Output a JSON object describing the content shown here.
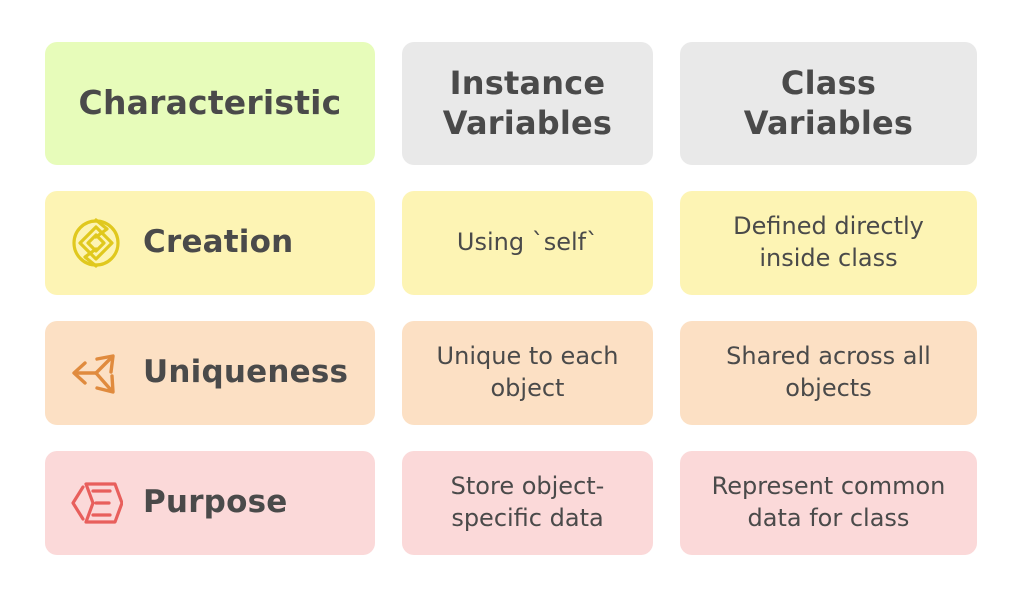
{
  "table": {
    "columns": [
      {
        "key": "characteristic",
        "label": "Characteristic"
      },
      {
        "key": "instance",
        "label": "Instance\nVariables"
      },
      {
        "key": "class",
        "label": "Class\nVariables"
      }
    ],
    "header": {
      "characteristic": "Characteristic",
      "instance_line1": "Instance",
      "instance_line2": "Variables",
      "class_line1": "Class",
      "class_line2": "Variables"
    },
    "rows": [
      {
        "id": "creation",
        "label": "Creation",
        "icon": "refresh-diamond-icon",
        "instance": "Using `self`",
        "class_line1": "Defined directly",
        "class_line2": "inside class",
        "instance_line1": "Using `self`",
        "instance_line2": "",
        "tint": "#fdf4b4",
        "icon_color": "#e0c81e"
      },
      {
        "id": "uniqueness",
        "label": "Uniqueness",
        "icon": "three-way-arrow-icon",
        "instance": "Unique to each object",
        "class": "Shared across all objects",
        "instance_line1": "Unique to each",
        "instance_line2": "object",
        "class_line1": "Shared across all",
        "class_line2": "objects",
        "tint": "#fce0c4",
        "icon_color": "#e08b3e"
      },
      {
        "id": "purpose",
        "label": "Purpose",
        "icon": "layered-chevron-icon",
        "instance": "Store object-specific data",
        "class": "Represent common data for class",
        "instance_line1": "Store object-",
        "instance_line2": "specific data",
        "class_line1": "Represent common",
        "class_line2": "data for class",
        "tint": "#fbd9d9",
        "icon_color": "#e85f5c"
      }
    ]
  },
  "colors": {
    "background": "#ffffff",
    "header_highlight": "#e7fcba",
    "header_neutral": "#e9e9e9",
    "row_creation": "#fdf4b4",
    "row_uniqueness": "#fce0c4",
    "row_purpose": "#fbd9d9",
    "text": "#4a4a4a",
    "icon_creation": "#e0c81e",
    "icon_uniqueness": "#e08b3e",
    "icon_purpose": "#e85f5c"
  }
}
